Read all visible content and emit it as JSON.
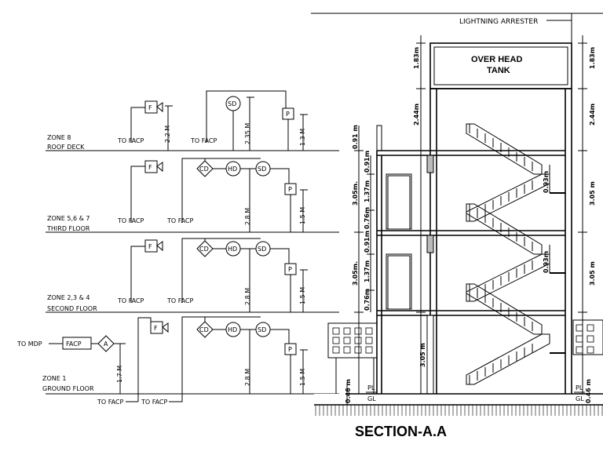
{
  "section_title": "SECTION-A.A",
  "zones": [
    {
      "id": "zone8",
      "zone": "ZONE 8",
      "floor": "ROOF DECK",
      "to_facp_1": "TO FACP",
      "to_facp_2": "TO FACP",
      "h1": "2.2 M",
      "h2": "2.35 M",
      "h3": "1.3 M"
    },
    {
      "id": "zone567",
      "zone": "ZONE 5,6 & 7",
      "floor": "THIRD FLOOR",
      "to_facp_1": "TO FACP",
      "to_facp_2": "TO FACP",
      "h2": "2.8 M",
      "h3": "1.5 M"
    },
    {
      "id": "zone234",
      "zone": "ZONE 2,3 & 4",
      "floor": "SECOND FLOOR",
      "to_facp_1": "TO FACP",
      "to_facp_2": "TO FACP",
      "h2": "2.8 M",
      "h3": "1.5 M"
    },
    {
      "id": "zone1",
      "zone": "ZONE 1",
      "floor": "GROUND FLOOR",
      "to_facp_1": "TO FACP",
      "to_facp_2": "TO FACP",
      "h1": "1.7 M",
      "h2": "2.8 M",
      "h3": "1.5 M"
    }
  ],
  "symbols": {
    "F": "F",
    "SD": "SD",
    "HD": "HD",
    "CD": "CD",
    "P": "P",
    "FACP": "FACP",
    "A": "A"
  },
  "to_mdp": "TO MDP",
  "building": {
    "lightning_arrester": "LIGHTNING ARRESTER",
    "tank_line1": "OVER HEAD",
    "tank_line2": "TANK",
    "dims_left": [
      "1.83m",
      "2.44m",
      "0.91 m",
      "3.05m.",
      "0.91m",
      "1.37m",
      "0.76m",
      "3.05m.",
      "0.91m",
      "1.37m",
      "0.76m",
      "3.05 m",
      "0.46 m"
    ],
    "dims_right": [
      "1.83m",
      "2.44m",
      "3.05 m",
      "3.05 m",
      "0.46 m"
    ],
    "dims_inner": [
      "0.93m",
      "0.93m"
    ],
    "pl": "PL",
    "gl": "GL"
  }
}
